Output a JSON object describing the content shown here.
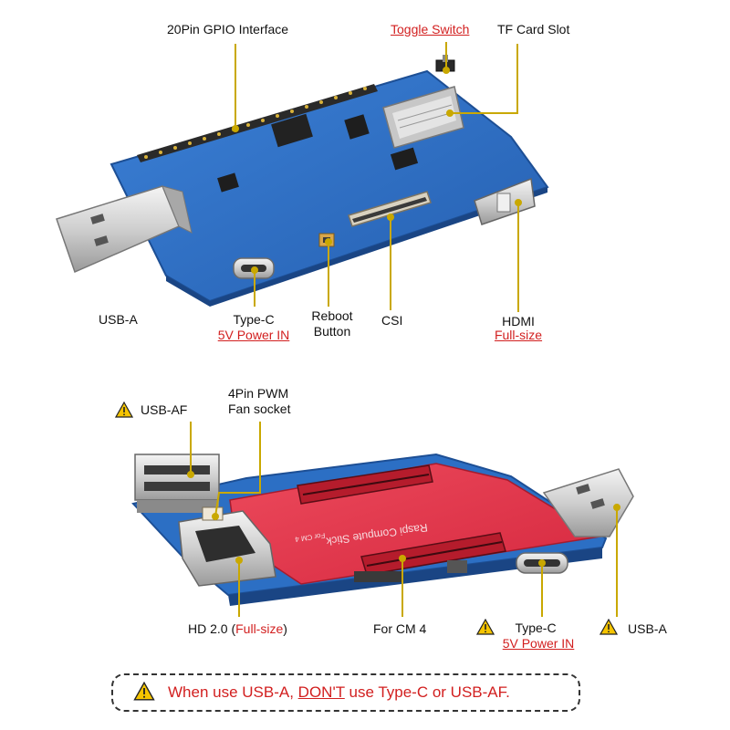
{
  "top_board": {
    "gpio_label": "20Pin GPIO  Interface",
    "toggle_label": "Toggle Switch",
    "tf_label": "TF Card Slot",
    "usba_label": "USB-A",
    "typec_label": "Type-C",
    "typec_power": "5V Power IN",
    "reboot_line1": "Reboot",
    "reboot_line2": "Button",
    "csi_label": "CSI",
    "hdmi_label": "HDMI",
    "hdmi_size": "Full-size"
  },
  "bottom_board": {
    "usbaf_label": "USB-AF",
    "fan_line1": "4Pin PWM",
    "fan_line2": "Fan socket",
    "hd_label": "HD 2.0 (",
    "hd_size": "Full-size",
    "hd_close": ")",
    "cm4_label": "For CM 4",
    "typec_label": "Type-C",
    "typec_power": "5V Power IN",
    "usba_label": "USB-A",
    "silk_text": "Raspi Compute Stick",
    "silk_small": "For CM 4"
  },
  "note": {
    "part1": "When use USB-A,  ",
    "part2": "DON'T",
    "part3": " use Type-C or USB-AF."
  },
  "colors": {
    "pcb_blue": "#2c6fc4",
    "pcb_red": "#e0374d",
    "callout_line": "#c9a800",
    "warning_fill": "#f5c400",
    "accent_red": "#d21f1f"
  },
  "icons": [
    "warning-icon"
  ]
}
